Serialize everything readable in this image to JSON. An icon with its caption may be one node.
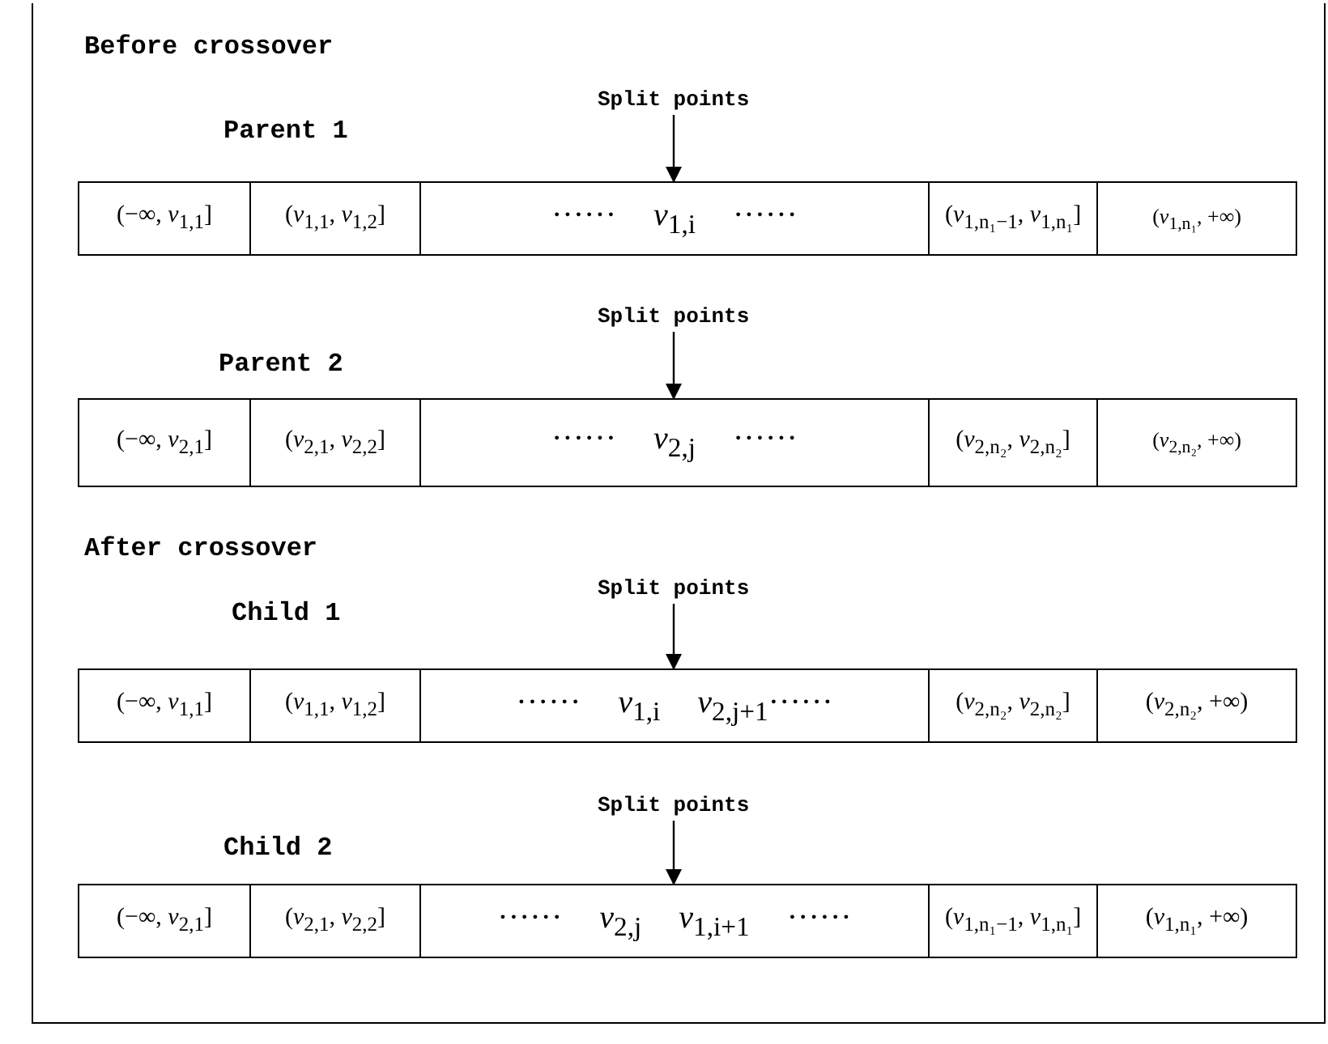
{
  "diagram": {
    "nodes": [
      {
        "text": [
          "Split points"
        ]
      },
      {
        "text": [
          "(−∞, *v*$_{1,1}$]"
        ]
      },
      {
        "text": [
          "(*v*$_{1,1}$, *v*$_{1,2}$]"
        ]
      },
      {
        "text": [
          "······ *v*$_{1,i}$ ······"
        ]
      },
      {
        "text": [
          "(*v*$_{1,n₁−1}$, *v*$_{1,n₁}$]"
        ]
      },
      {
        "text": [
          "(*v*$_{1,n₁}$, +∞)"
        ]
      },
      {
        "text": [
          "Split points"
        ]
      },
      {
        "text": [
          "(−∞, *v*$_{2,1}$]"
        ]
      },
      {
        "text": [
          "(*v*$_{2,1}$, *v*$_{2,2}$]"
        ]
      },
      {
        "text": [
          "······ *v*$_{2,j}$ ······"
        ]
      },
      {
        "text": [
          "(*v*$_{2,n₂}$, *v*$_{2,n₂}$]"
        ]
      },
      {
        "text": [
          "(*v*$_{2,n₂}$, +∞)"
        ]
      },
      {
        "text": [
          "Split points"
        ]
      },
      {
        "text": [
          "(−∞, *v*$_{1,1}$]"
        ]
      },
      {
        "text": [
          "(*v*$_{1,1}$, *v*$_{1,2}$]"
        ]
      },
      {
        "text": [
          "······ *v*$_{1,i}$ *v*$_{2,j+1}$······"
        ]
      },
      {
        "text": [
          "(*v*$_{2,n₂}$, *v*$_{2,n₂}$]"
        ]
      },
      {
        "text": [
          "(*v*$_{2,n₂}$, +∞)"
        ]
      },
      {
        "text": [
          "Split points"
        ]
      },
      {
        "text": [
          "(−∞, *v*$_{2,1}$]"
        ]
      },
      {
        "text": [
          "(*v*$_{2,1}$, *v*$_{2,2}$]"
        ]
      },
      {
        "text": [
          "······ *v*$_{2,j}$ *v*$_{1,i+1}$ ······"
        ]
      },
      {
        "text": [
          "(*v*$_{1,n₁−1}$, *v*$_{1,n₁}$]"
        ]
      },
      {
        "text": [
          "(*v*$_{1,n₁}$, +∞)"
        ]
      }
    ],
    "edges": [
      {
        "from": 0,
        "to": 3,
        "arrow": "to"
      },
      {
        "from": 6,
        "to": 9,
        "arrow": "to"
      },
      {
        "from": 12,
        "to": 15,
        "arrow": "to"
      },
      {
        "from": 18,
        "to": 21,
        "arrow": "to"
      }
    ],
    "labels": [
      "Before crossover",
      "Parent 1",
      "Parent 2",
      "After crossover",
      "Child 1",
      "Child 2"
    ]
  }
}
